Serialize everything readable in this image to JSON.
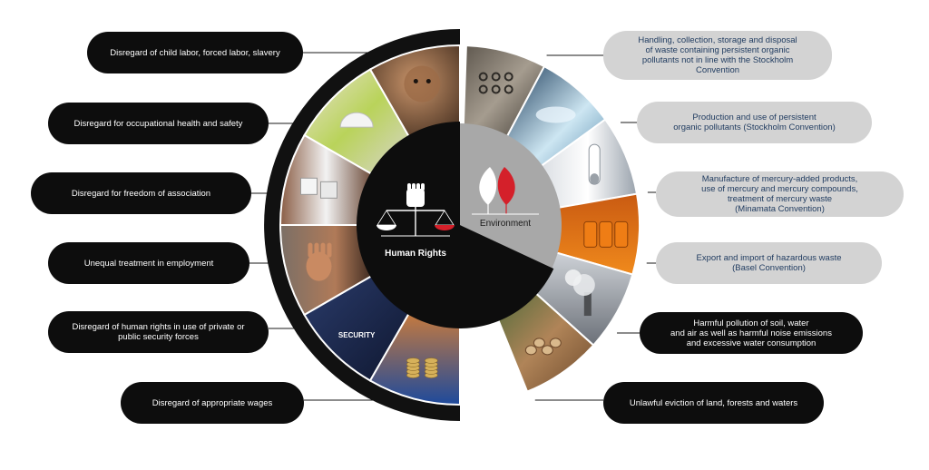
{
  "center": {
    "human_rights_label": "Human Rights",
    "environment_label": "Environment"
  },
  "colors": {
    "dark": "#0d0d0d",
    "grey_sector": "#a8a8a8",
    "light_pill": "#d3d3d3",
    "accent_red": "#d4202a",
    "ring": "#111111"
  },
  "human_rights_items": [
    {
      "label": "Disregard of child labor, forced labor, slavery",
      "photo": "girl-portrait-icon"
    },
    {
      "label": "Disregard for occupational health and safety",
      "photo": "hard-hat-worker-icon"
    },
    {
      "label": "Disregard for freedom of association",
      "photo": "puzzle-hands-icon"
    },
    {
      "label": "Unequal treatment in employment",
      "photo": "raised-hand-icon"
    },
    {
      "label": "Disregard of human rights in use of private or\npublic security forces",
      "photo": "security-guard-icon",
      "badge": "SECURITY"
    },
    {
      "label": "Disregard of appropriate wages",
      "photo": "coin-stacks-icon"
    }
  ],
  "environment_items": [
    {
      "label": "Handling, collection, storage and disposal\nof waste containing persistent organic\npollutants not in line with the Stockholm\nConvention",
      "photo": "waste-pile-icon"
    },
    {
      "label": "Production and use of persistent\norganic pollutants (Stockholm Convention)",
      "photo": "chemical-spray-icon"
    },
    {
      "label": "Manufacture of mercury-added products,\nuse of mercury and mercury compounds,\ntreatment of mercury waste\n(Minamata Convention)",
      "photo": "mercury-vial-icon"
    },
    {
      "label": "Export and import of hazardous waste\n(Basel Convention)",
      "photo": "waste-barrels-icon"
    },
    {
      "label": "Harmful pollution of soil, water\nand air as well as harmful noise emissions\nand excessive water consumption",
      "photo": "smokestack-icon"
    },
    {
      "label": "Unlawful eviction of land, forests and waters",
      "photo": "log-pile-icon"
    }
  ]
}
